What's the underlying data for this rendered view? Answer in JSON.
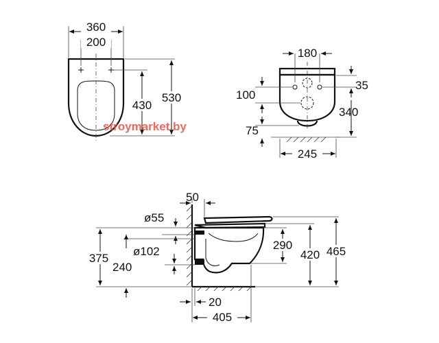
{
  "watermark": "stroymarket.by",
  "views": {
    "top": {
      "dims": {
        "overall_width": "360",
        "fixing_spacing": "200",
        "fixing_to_front": "430",
        "total_length": "530"
      }
    },
    "rear": {
      "dims": {
        "fixing_spacing": "180",
        "fixing_offset": "35",
        "fixing_to_outlet": "100",
        "fixing_height": "340",
        "outlet_height": "75",
        "outlet_from_wall": "245"
      }
    },
    "side": {
      "dims": {
        "wall_gap": "50",
        "inlet_diameter": "ø55",
        "outlet_diameter": "ø102",
        "inlet_height": "375",
        "outlet_axis_height": "240",
        "outlet_height": "290",
        "bowl_height": "420",
        "seat_height": "465",
        "outlet_projection": "20",
        "outlet_from_wall": "405"
      }
    }
  },
  "colors": {
    "line": "#111111",
    "watermark": "#e8443a"
  }
}
